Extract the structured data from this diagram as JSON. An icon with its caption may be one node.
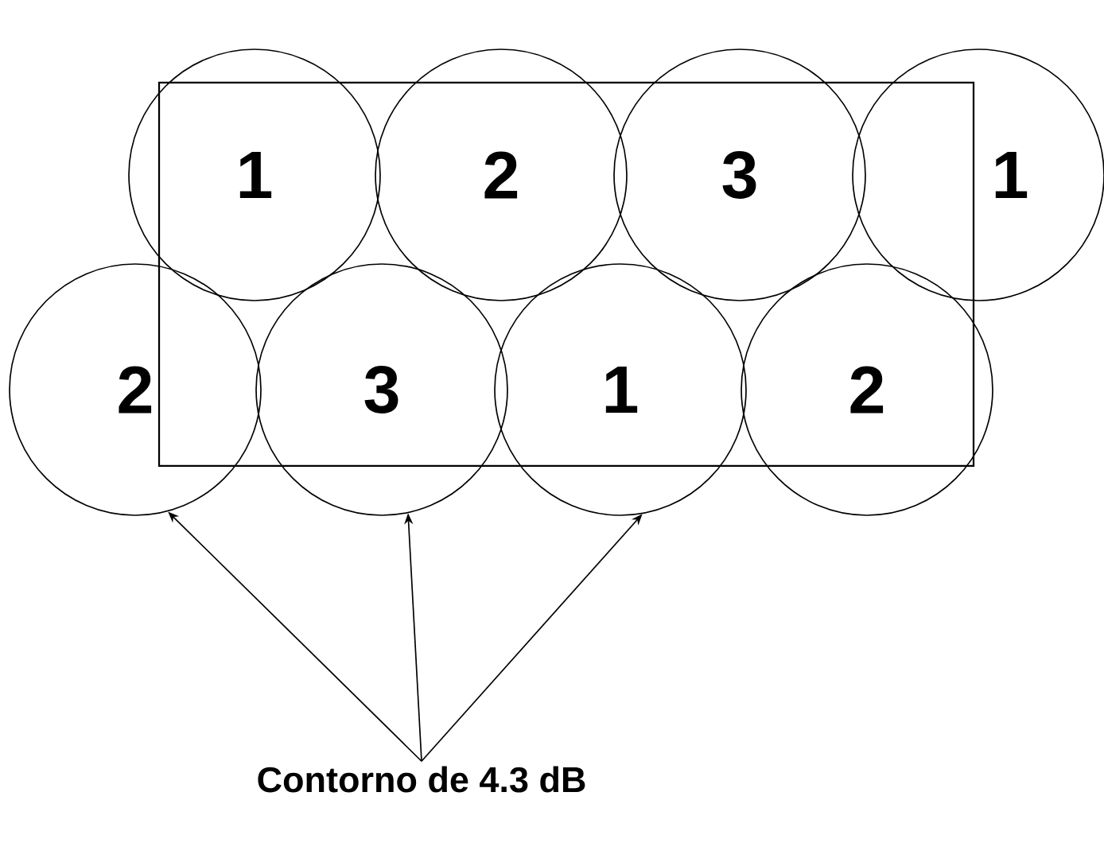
{
  "diagram": {
    "nodes": [
      {
        "text": [
          "1"
        ]
      },
      {
        "text": [
          "2"
        ]
      },
      {
        "text": [
          "3"
        ]
      },
      {
        "text": [
          "1"
        ]
      },
      {
        "text": [
          "2"
        ]
      },
      {
        "text": [
          "3"
        ]
      },
      {
        "text": [
          "1"
        ]
      },
      {
        "text": [
          "2"
        ]
      },
      {
        "text": [
          "Contorno de 4.3 dB"
        ]
      }
    ],
    "edges": [
      {
        "from": 8,
        "to": 4,
        "arrow": "to"
      },
      {
        "from": 8,
        "to": 5,
        "arrow": "to"
      },
      {
        "from": 8,
        "to": 6,
        "arrow": "to"
      }
    ]
  }
}
